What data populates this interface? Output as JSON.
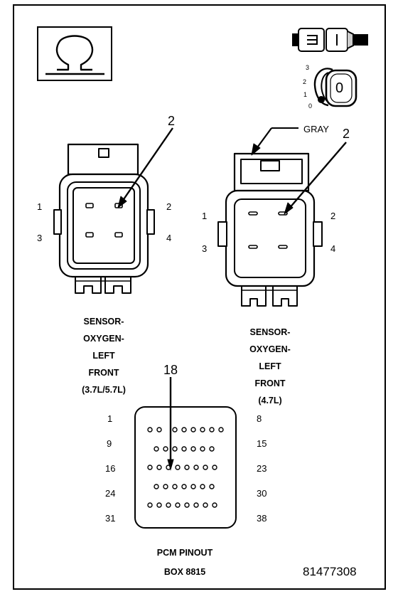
{
  "connector_a": {
    "callout": "2",
    "pin_labels": {
      "p1": "1",
      "p2": "2",
      "p3": "3",
      "p4": "4"
    },
    "caption": [
      "SENSOR-",
      "OXYGEN-",
      "LEFT",
      "FRONT",
      "(3.7L/5.7L)"
    ]
  },
  "connector_b": {
    "callout": "2",
    "color_label": "GRAY",
    "pin_labels": {
      "p1": "1",
      "p2": "2",
      "p3": "3",
      "p4": "4"
    },
    "caption": [
      "SENSOR-",
      "OXYGEN-",
      "LEFT",
      "FRONT",
      "(4.7L)"
    ]
  },
  "pcm": {
    "callout": "18",
    "row_start_labels": [
      "1",
      "9",
      "16",
      "24",
      "31"
    ],
    "row_end_labels": [
      "8",
      "15",
      "23",
      "30",
      "38"
    ],
    "caption": [
      "PCM PINOUT",
      "BOX 8815"
    ]
  },
  "ignition_positions": [
    "3",
    "2",
    "1",
    "0"
  ],
  "ignition_key_label": "0",
  "document_id": "81477308",
  "icons": [
    "ohm-symbol-icon",
    "connector-plug-icon",
    "ignition-key-icon"
  ]
}
